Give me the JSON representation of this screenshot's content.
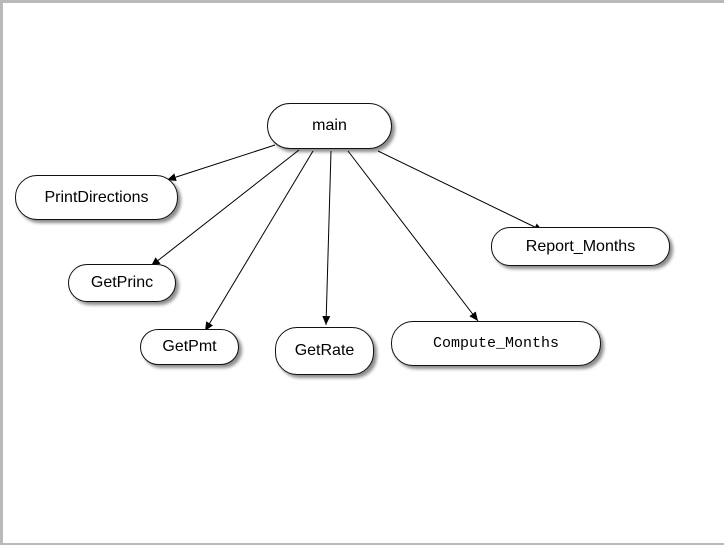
{
  "diagram": {
    "nodes": {
      "main": "main",
      "print_directions": "PrintDirections",
      "get_princ": "GetPrinc",
      "get_pmt": "GetPmt",
      "get_rate": "GetRate",
      "compute_months": "Compute_Months",
      "report_months": "Report_Months"
    },
    "edges": [
      {
        "from": "main",
        "to": "PrintDirections"
      },
      {
        "from": "main",
        "to": "GetPrinc"
      },
      {
        "from": "main",
        "to": "GetPmt"
      },
      {
        "from": "main",
        "to": "GetRate"
      },
      {
        "from": "main",
        "to": "Compute_Months"
      },
      {
        "from": "main",
        "to": "Report_Months"
      }
    ]
  }
}
